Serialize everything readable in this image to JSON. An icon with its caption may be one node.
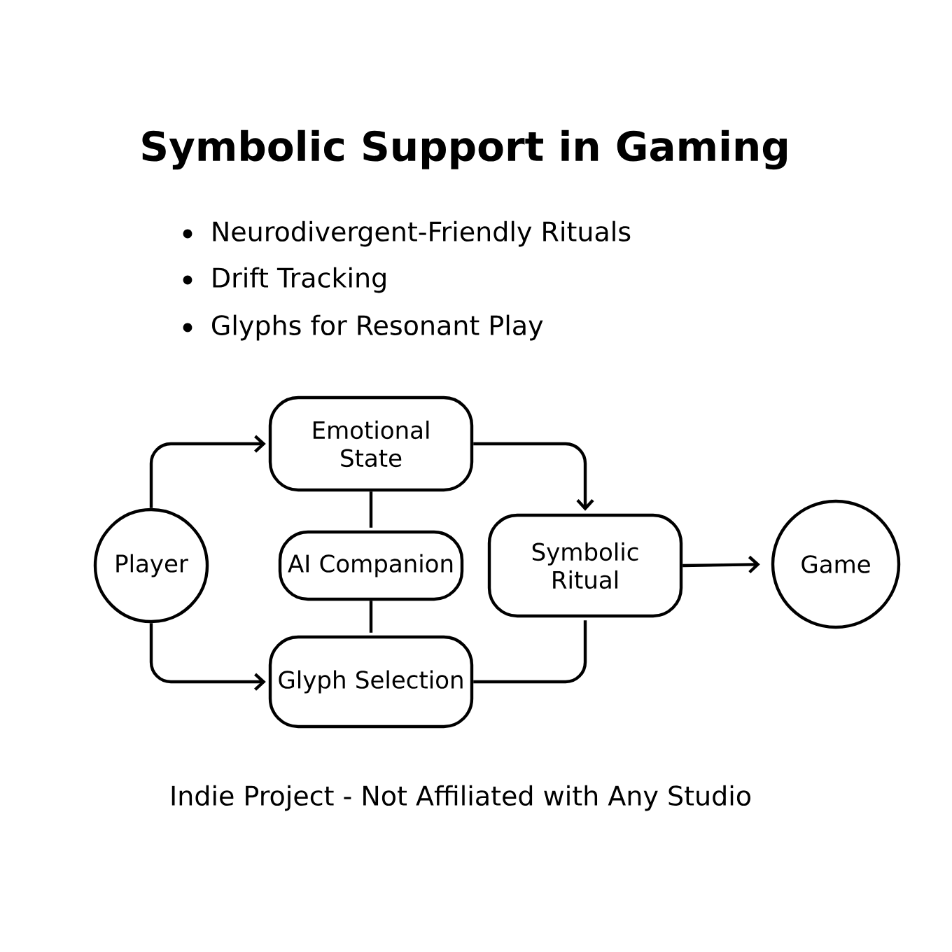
{
  "diagram": {
    "title": "Symbolic Support in Gaming",
    "caption": "Indie Project - Not Affiliated with Any Studio",
    "nodes": [
      {
        "text": [
          "Player"
        ]
      },
      {
        "text": [
          "Emotional State"
        ]
      },
      {
        "text": [
          "AI Companion"
        ]
      },
      {
        "text": [
          "Glyph Selection"
        ]
      },
      {
        "text": [
          "Symbolic Ritual"
        ]
      },
      {
        "text": [
          "Game"
        ]
      }
    ],
    "edges": [
      {
        "from": 0,
        "to": 1,
        "arrow": "to"
      },
      {
        "from": 0,
        "to": 3,
        "arrow": "to"
      },
      {
        "from": 1,
        "to": 2,
        "arrow": "none"
      },
      {
        "from": 2,
        "to": 3,
        "arrow": "none"
      },
      {
        "from": 1,
        "to": 4,
        "arrow": "to"
      },
      {
        "from": 3,
        "to": 4,
        "arrow": "none"
      },
      {
        "from": 4,
        "to": 5,
        "arrow": "to"
      }
    ],
    "labels": [
      "Neurodivergent-Friendly Rituals",
      "Drift Tracking",
      "Glyphs for Resonant Play"
    ]
  }
}
